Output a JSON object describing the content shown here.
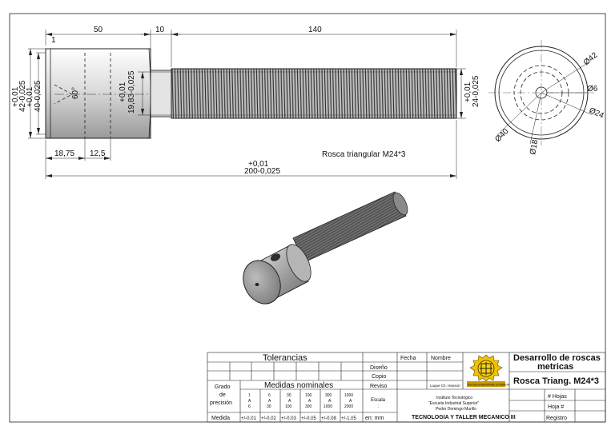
{
  "drawing": {
    "dim_len_head": "50",
    "dim_len_gap": "10",
    "dim_len_thread": "140",
    "dim_total_tol": "+0,01",
    "dim_total_val": "200-0,025",
    "dim_seg_a": "18,75",
    "dim_seg_b": "12,5",
    "dim_head_dia_tol_a": "+0,01",
    "dim_head_dia_a": "42-0,025",
    "dim_head_dia_tol_b": "+0,01",
    "dim_head_dia_b": "40-0,025",
    "dim_angle": "60°",
    "dim_minor_tol": "+0,01",
    "dim_minor": "19,83-0,025",
    "dim_major_tol": "+0,01",
    "dim_major": "24-0,025",
    "callout": "Rosca triangular M24*3",
    "end_dia_42": "Ø42",
    "end_dia_6": "Ø6",
    "end_dia_24": "Ø24",
    "end_dia_40": "Ø40",
    "end_dia_18": "Ø18"
  },
  "title_block": {
    "tolerancias": "Tolerancias",
    "grado": [
      "Grado",
      "de",
      "precisión"
    ],
    "medidas_nominales": "Medidas nominales",
    "ranges": [
      [
        "1",
        "A",
        "6"
      ],
      [
        "6",
        "A",
        "30"
      ],
      [
        "30",
        "A",
        "100"
      ],
      [
        "100",
        "A",
        "300"
      ],
      [
        "300",
        "A",
        "1000"
      ],
      [
        "1000",
        "A",
        "2000"
      ]
    ],
    "medida": "Medida",
    "tol_values": [
      "+/-0.01",
      "+/-0.02",
      "+/-0.03",
      "+/-0.05",
      "+/-0.08",
      "+/-1.05"
    ],
    "diseno": "Diseño",
    "copio": "Copio",
    "reviso": "Reviso",
    "escala": "Escala",
    "escala_val": ":",
    "units": "en: mm",
    "fecha": "Fecha",
    "nombre": "Nombre",
    "reviewer": "Luque Ch. Hanson",
    "institute": [
      "Instituto Tecnológico",
      "\"Escuela Industrial Superior\"",
      "Pedro Domingo Murillo"
    ],
    "course": "TECNOLOGIA Y TALLER MECANICO III",
    "title_line1": "Desarrollo de roscas",
    "title_line2": "metricas",
    "part_name": "Rosca Triang. M24*3",
    "hojas": "# Hojas",
    "hoja": "Hoja #",
    "registro": "Registro",
    "logo_text": "ESCUELA INDUSTRIAL SUPERIOR"
  }
}
